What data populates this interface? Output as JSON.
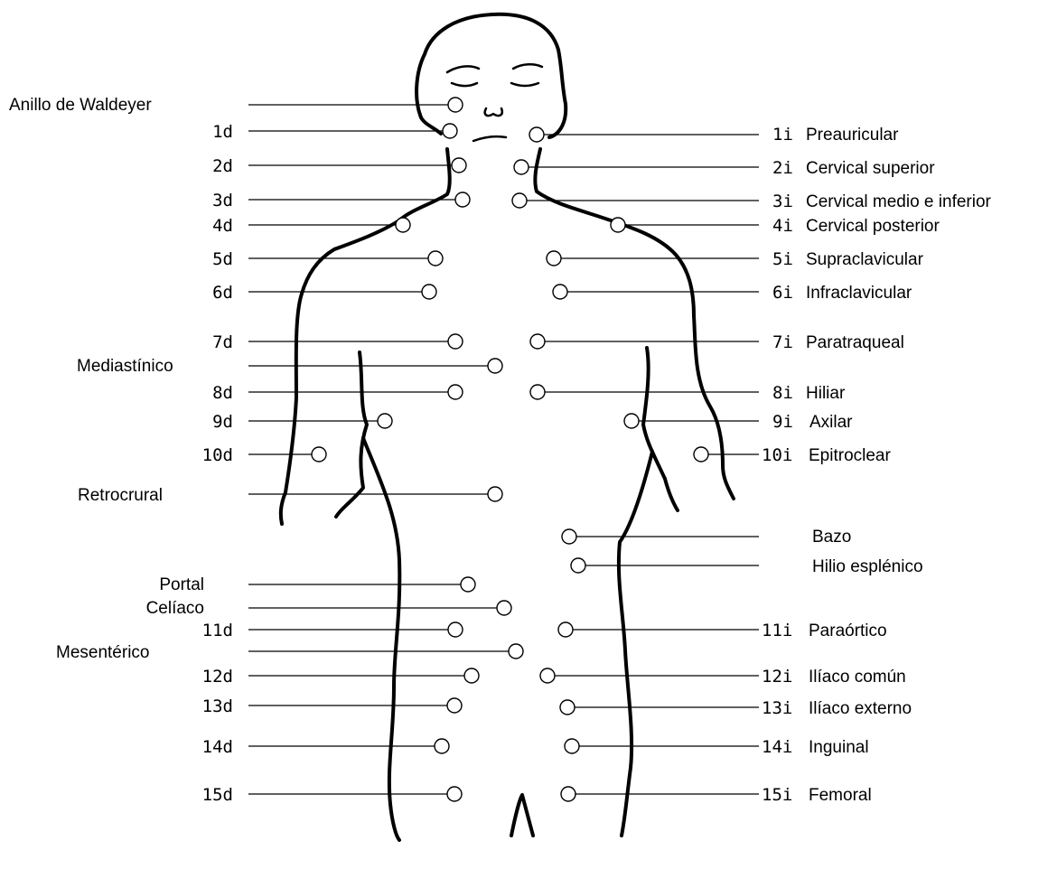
{
  "regions": {
    "waldeyer": "Anillo de Waldeyer",
    "mediastinal": "Mediastínico",
    "retrocrural": "Retrocrural",
    "portal": "Portal",
    "celiac": "Celíaco",
    "mesenteric": "Mesentérico",
    "spleen": "Bazo",
    "splenic_hilum": "Hilio esplénico"
  },
  "right_side": [
    {
      "num": "1d"
    },
    {
      "num": "2d"
    },
    {
      "num": "3d"
    },
    {
      "num": "4d"
    },
    {
      "num": "5d"
    },
    {
      "num": "6d"
    },
    {
      "num": "7d"
    },
    {
      "num": "8d"
    },
    {
      "num": "9d"
    },
    {
      "num": "10d"
    },
    {
      "num": "11d"
    },
    {
      "num": "12d"
    },
    {
      "num": "13d"
    },
    {
      "num": "14d"
    },
    {
      "num": "15d"
    }
  ],
  "left_side": [
    {
      "num": "1i",
      "name": "Preauricular"
    },
    {
      "num": "2i",
      "name": "Cervical superior"
    },
    {
      "num": "3i",
      "name": "Cervical medio e inferior"
    },
    {
      "num": "4i",
      "name": "Cervical posterior"
    },
    {
      "num": "5i",
      "name": "Supraclavicular"
    },
    {
      "num": "6i",
      "name": "Infraclavicular"
    },
    {
      "num": "7i",
      "name": "Paratraqueal"
    },
    {
      "num": "8i",
      "name": "Hiliar"
    },
    {
      "num": "9i",
      "name": "Axilar"
    },
    {
      "num": "10i",
      "name": "Epitroclear"
    },
    {
      "num": "11i",
      "name": "Paraórtico"
    },
    {
      "num": "12i",
      "name": "Ilíaco común"
    },
    {
      "num": "13i",
      "name": "Ilíaco externo"
    },
    {
      "num": "14i",
      "name": "Inguinal"
    },
    {
      "num": "15i",
      "name": "Femoral"
    }
  ]
}
